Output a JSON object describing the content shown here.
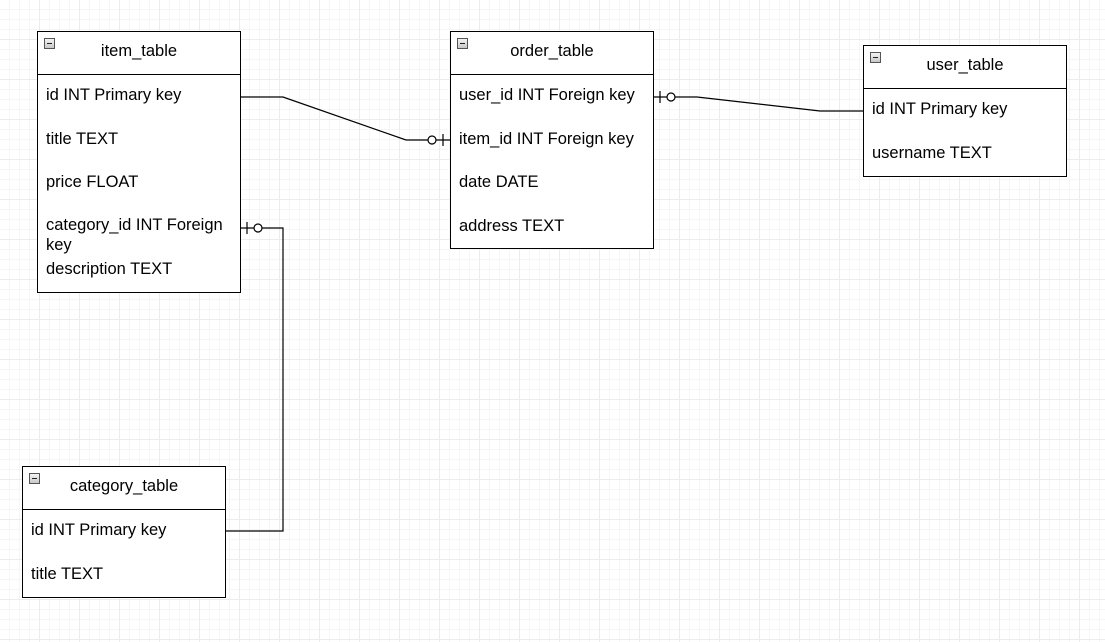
{
  "entities": {
    "item_table": {
      "title": "item_table",
      "fields": [
        "id INT Primary key",
        "title TEXT",
        "price FLOAT",
        "category_id INT Foreign key",
        "description TEXT"
      ]
    },
    "order_table": {
      "title": "order_table",
      "fields": [
        "user_id INT Foreign key",
        "item_id INT Foreign key",
        "date DATE",
        "address TEXT"
      ]
    },
    "user_table": {
      "title": "user_table",
      "fields": [
        "id INT Primary key",
        "username TEXT"
      ]
    },
    "category_table": {
      "title": "category_table",
      "fields": [
        "id INT Primary key",
        "title TEXT"
      ]
    }
  },
  "relationships": [
    {
      "from": "item_table.id",
      "to": "order_table.item_id",
      "from_end": "none",
      "to_end": "zero-or-one"
    },
    {
      "from": "user_table.id",
      "to": "order_table.user_id",
      "from_end": "none",
      "to_end": "zero-or-one"
    },
    {
      "from": "category_table.id",
      "to": "item_table.category_id",
      "from_end": "none",
      "to_end": "zero-or-one"
    }
  ],
  "colors": {
    "line": "#000000",
    "background": "#ffffff",
    "grid": "#ececec"
  }
}
